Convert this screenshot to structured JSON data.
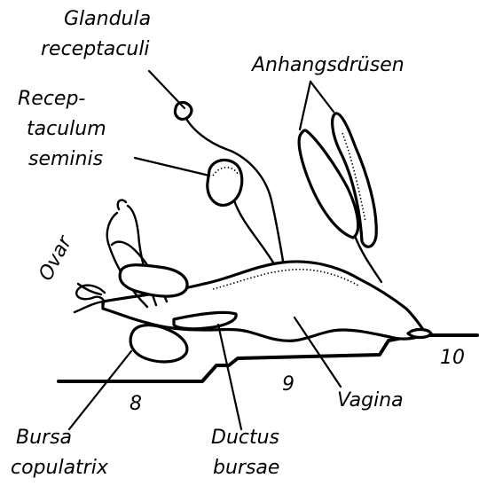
{
  "labels": {
    "glandula_line1": "Glandula",
    "glandula_line2": "receptaculi",
    "receptaculum_line1": "Recep-",
    "receptaculum_line2": "taculum",
    "receptaculum_line3": "seminis",
    "anhang": "Anhangsdrüsen",
    "ovar": "Ovar",
    "bursa_line1": "Bursa",
    "bursa_line2": "copulatrix",
    "ductus_line1": "Ductus",
    "ductus_line2": "bursae",
    "vagina": "Vagina"
  },
  "segments": {
    "s8": "8",
    "s9": "9",
    "s10": "10"
  }
}
